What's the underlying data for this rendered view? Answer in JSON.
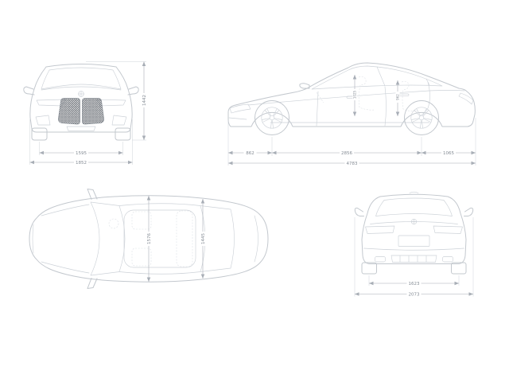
{
  "colors": {
    "background": "#ffffff",
    "body_line": "#c3c8ce",
    "detail_line": "#cdd2d8",
    "dimension_line": "#a8aeb6",
    "dimension_text": "#858c95",
    "grille_fill": "#575c63"
  },
  "front_view": {
    "track_width_mm": "1595",
    "overall_width_mm": "1852",
    "overall_height_mm": "1442"
  },
  "side_view": {
    "front_overhang_mm": "862",
    "wheelbase_mm": "2856",
    "rear_overhang_mm": "1065",
    "overall_length_mm": "4783",
    "cabin_front_height_mm": "1025",
    "cabin_rear_height_mm": "962"
  },
  "top_view": {
    "cabin_width_front_mm": "1576",
    "cabin_width_rear_mm": "1445"
  },
  "rear_view": {
    "rear_track_width_mm": "1623",
    "width_incl_mirrors_mm": "2073"
  }
}
